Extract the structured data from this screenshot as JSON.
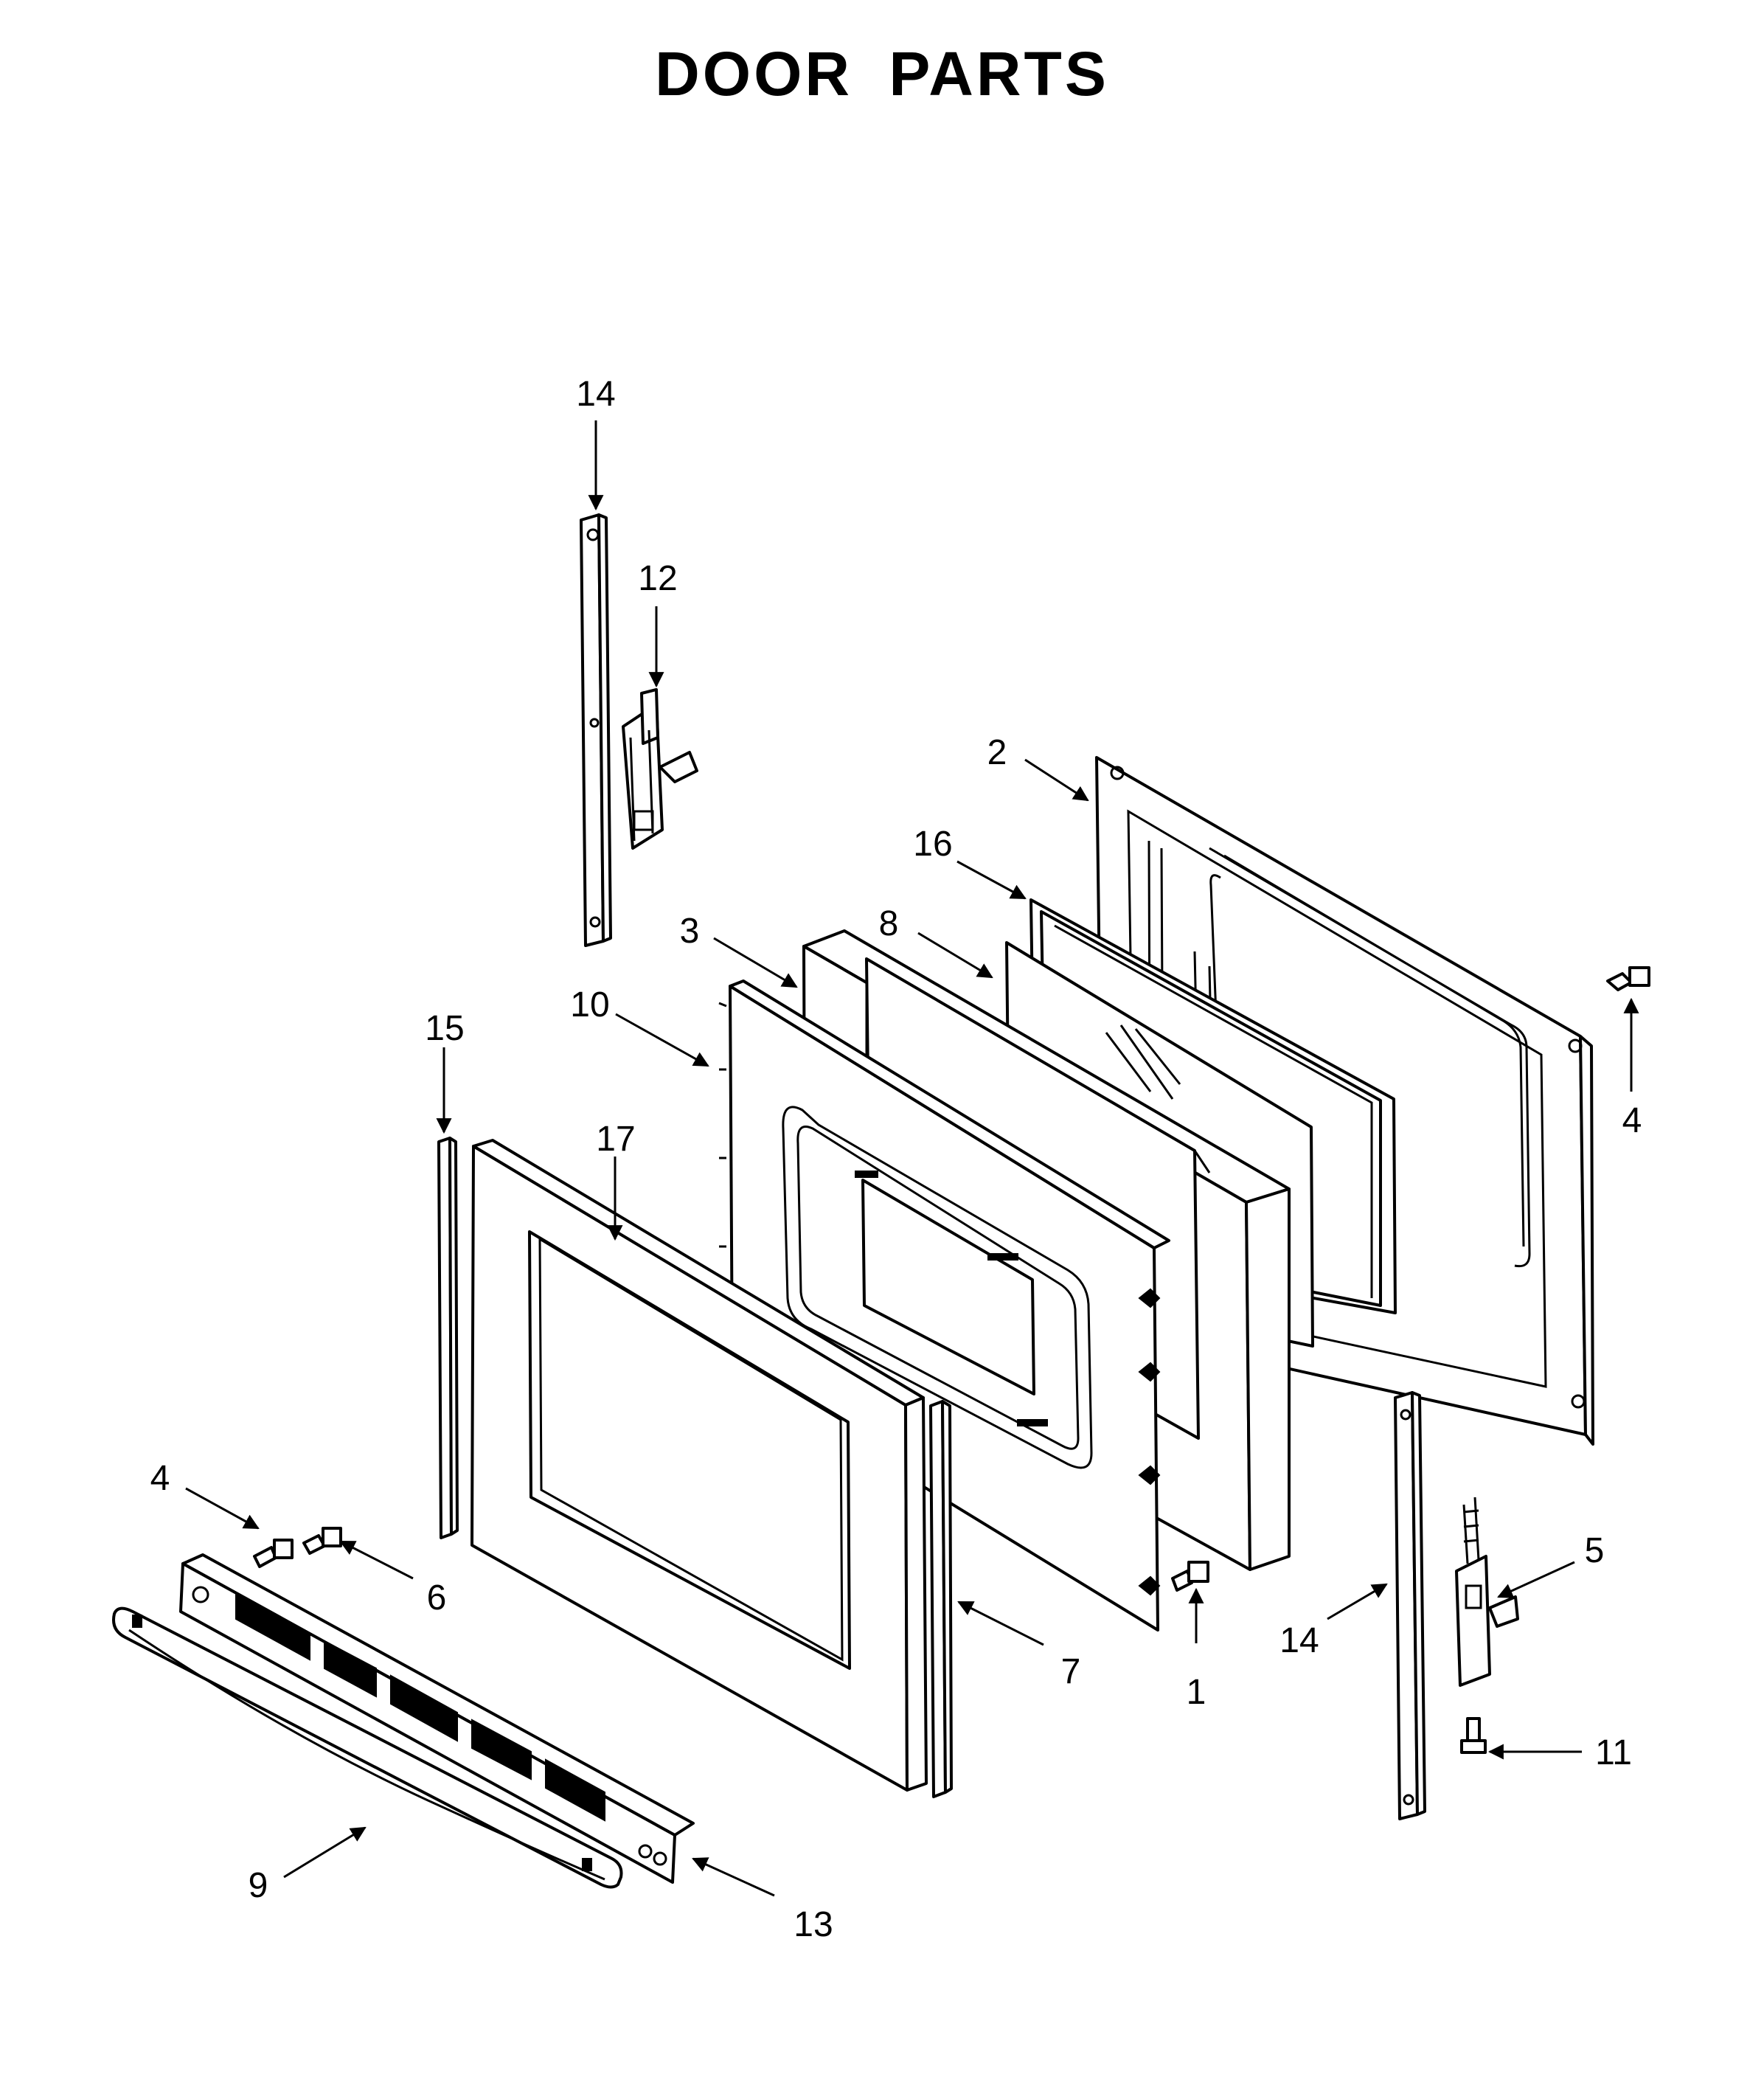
{
  "title": "DOOR PARTS",
  "callouts": [
    {
      "id": "c14a",
      "label": "14"
    },
    {
      "id": "c12",
      "label": "12"
    },
    {
      "id": "c2",
      "label": "2"
    },
    {
      "id": "c16",
      "label": "16"
    },
    {
      "id": "c3",
      "label": "3"
    },
    {
      "id": "c8",
      "label": "8"
    },
    {
      "id": "c4a",
      "label": "4"
    },
    {
      "id": "c10",
      "label": "10"
    },
    {
      "id": "c15",
      "label": "15"
    },
    {
      "id": "c17",
      "label": "17"
    },
    {
      "id": "c4b",
      "label": "4"
    },
    {
      "id": "c6",
      "label": "6"
    },
    {
      "id": "c5",
      "label": "5"
    },
    {
      "id": "c7",
      "label": "7"
    },
    {
      "id": "c1",
      "label": "1"
    },
    {
      "id": "c14b",
      "label": "14"
    },
    {
      "id": "c11",
      "label": "11"
    },
    {
      "id": "c9",
      "label": "9"
    },
    {
      "id": "c13",
      "label": "13"
    }
  ]
}
